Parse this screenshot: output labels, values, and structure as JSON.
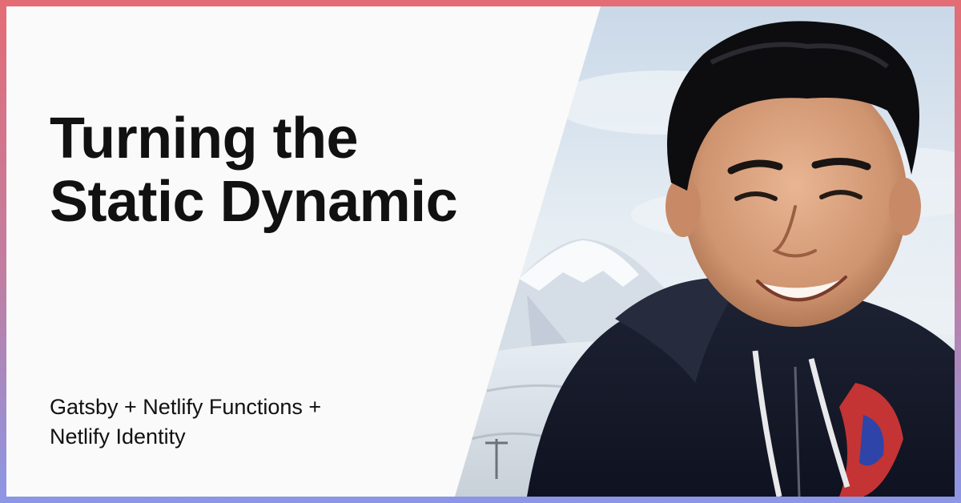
{
  "title": {
    "line1": "Turning the",
    "line2": "Static Dynamic"
  },
  "subtitle": {
    "line1": "Gatsby + Netlify Functions +",
    "line2": "Netlify Identity"
  },
  "colors": {
    "border_top": "#e46c74",
    "border_bottom": "#8b97e6",
    "panel_background": "#fafafa",
    "text": "#111111"
  }
}
